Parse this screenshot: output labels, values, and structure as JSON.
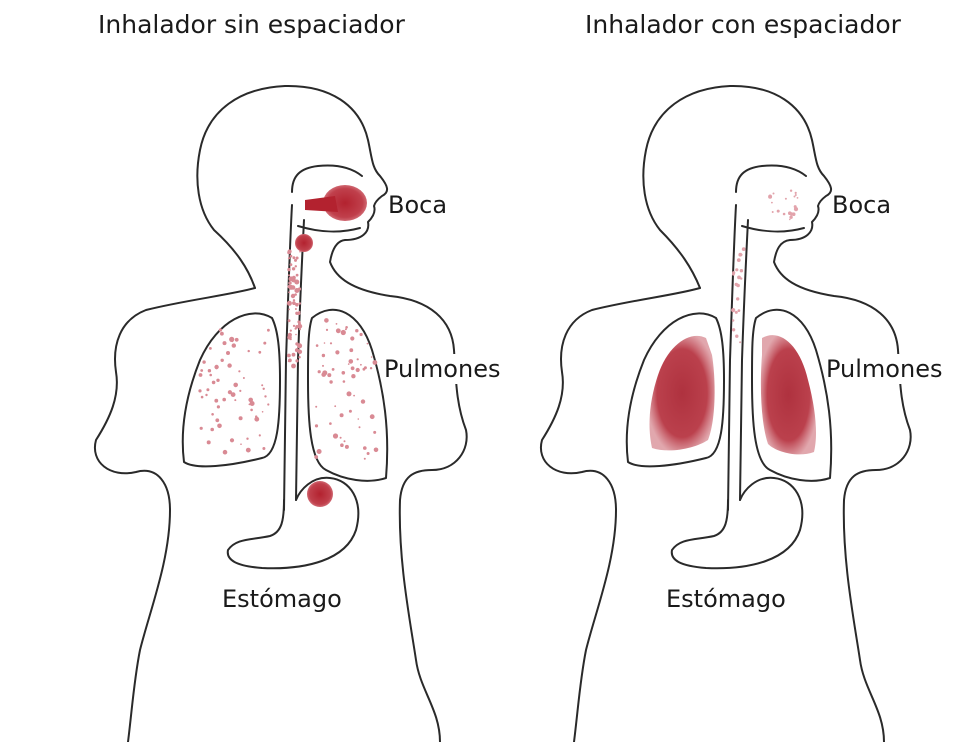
{
  "panels": [
    {
      "title": "Inhalador sin espaciador",
      "labels": {
        "mouth": "Boca",
        "lungs": "Pulmones",
        "stomach": "Estómago"
      }
    },
    {
      "title": "Inhalador con espaciador",
      "labels": {
        "mouth": "Boca",
        "lungs": "Pulmones",
        "stomach": "Estómago"
      }
    }
  ],
  "colors": {
    "deposit": "#b5303d",
    "outline": "#2a2a2a",
    "particles": "#d98a94"
  }
}
